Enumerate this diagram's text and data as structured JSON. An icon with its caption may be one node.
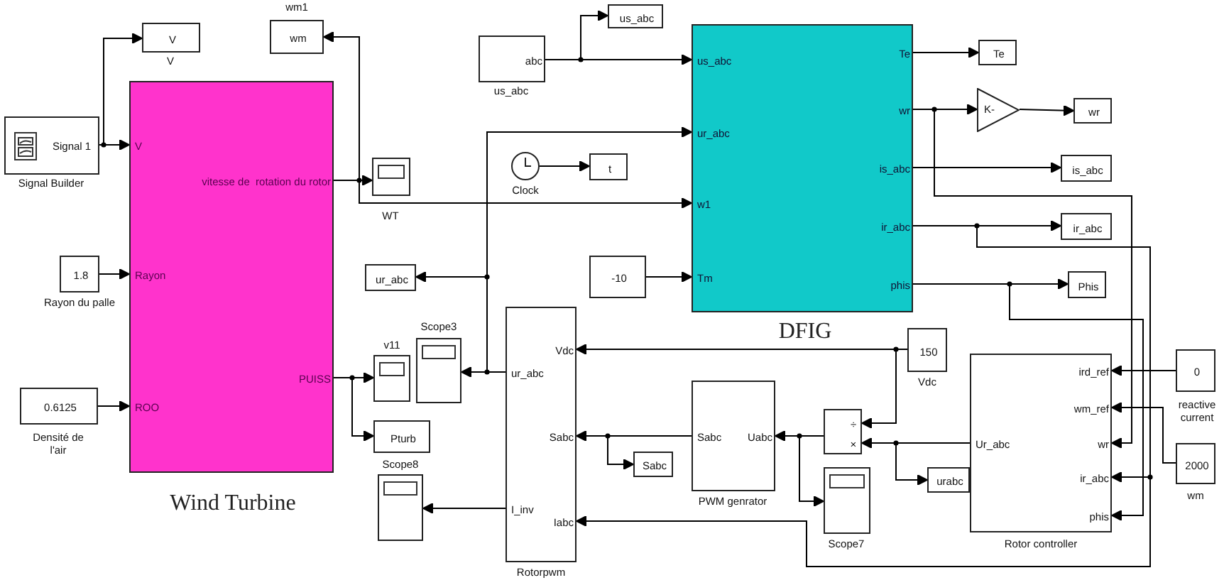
{
  "diagram": {
    "nodes": [
      {
        "text": [
          "Signal 1"
        ],
        "beside": [
          "Signal Builder"
        ]
      },
      {
        "text": [
          "V"
        ],
        "beside": [
          "V"
        ]
      },
      {
        "text": [
          "wm"
        ],
        "beside": [
          "wm1"
        ]
      },
      {
        "text": [
          "V",
          "vitesse de  rotation du rotor",
          "Rayon",
          "ROO",
          "PUISS",
          "Wind Turbine"
        ]
      },
      {
        "text": [
          "1.8"
        ],
        "beside": [
          "Rayon du palle"
        ]
      },
      {
        "text": [
          "0.6125"
        ],
        "beside": [
          "Densité de l'air"
        ]
      },
      {
        "text": [],
        "shape": "box",
        "beside": [
          "WT"
        ]
      },
      {
        "text": [
          "ur_abc"
        ]
      },
      {
        "text": [],
        "shape": "box",
        "beside": [
          "v11"
        ]
      },
      {
        "text": [],
        "shape": "box",
        "beside": [
          "Scope3"
        ]
      },
      {
        "text": [
          "Pturb"
        ]
      },
      {
        "text": [],
        "shape": "box",
        "beside": [
          "Scope8"
        ]
      },
      {
        "text": [
          "abc"
        ],
        "beside": [
          "us_abc"
        ]
      },
      {
        "text": [
          "us_abc"
        ]
      },
      {
        "text": [],
        "shape": "circle",
        "beside": [
          "Clock"
        ]
      },
      {
        "text": [
          "t"
        ]
      },
      {
        "text": [
          "-10"
        ]
      },
      {
        "text": [
          "us_abc",
          "ur_abc",
          "w1",
          "Tm",
          "Te",
          "wr",
          "is_abc",
          "ir_abc",
          "phis",
          "DFIG"
        ]
      },
      {
        "text": [
          "Te"
        ]
      },
      {
        "text": [
          "K-"
        ]
      },
      {
        "text": [
          "wr"
        ]
      },
      {
        "text": [
          "is_abc"
        ]
      },
      {
        "text": [
          "ir_abc"
        ]
      },
      {
        "text": [
          "Phis"
        ]
      },
      {
        "text": [
          "Vdc",
          "ur_abc",
          "Sabc",
          "I_inv",
          "Iabc"
        ],
        "beside": [
          "Rotorpwm"
        ]
      },
      {
        "text": [
          "150"
        ],
        "beside": [
          "Vdc"
        ]
      },
      {
        "text": [
          "Sabc",
          "Uabc"
        ],
        "beside": [
          "PWM genrator"
        ]
      },
      {
        "text": [
          "Sabc"
        ]
      },
      {
        "text": [
          "÷",
          "×"
        ]
      },
      {
        "text": [],
        "shape": "box",
        "beside": [
          "Scope7"
        ]
      },
      {
        "text": [
          "urabc"
        ]
      },
      {
        "text": [
          "ird_ref",
          "wm_ref",
          "wr",
          "ir_abc",
          "phis",
          "Ur_abc"
        ],
        "beside": [
          "Rotor controller"
        ]
      },
      {
        "text": [
          "0"
        ],
        "beside": [
          "reactive current"
        ]
      },
      {
        "text": [
          "2000"
        ],
        "beside": [
          "wm"
        ]
      }
    ],
    "edges": [
      {
        "from": 0,
        "to": 3,
        "arrow": "to"
      },
      {
        "from": 0,
        "to": 1,
        "arrow": "to"
      },
      {
        "from": 3,
        "to": 6,
        "arrow": "to"
      },
      {
        "from": 3,
        "to": 2,
        "arrow": "to"
      },
      {
        "from": 3,
        "to": 17,
        "arrow": "to"
      },
      {
        "from": 4,
        "to": 3,
        "arrow": "to"
      },
      {
        "from": 5,
        "to": 3,
        "arrow": "to"
      },
      {
        "from": 3,
        "to": 8,
        "arrow": "to"
      },
      {
        "from": 3,
        "to": 10,
        "arrow": "to"
      },
      {
        "from": 12,
        "to": 17,
        "arrow": "to"
      },
      {
        "from": 12,
        "to": 13,
        "arrow": "to"
      },
      {
        "from": 14,
        "to": 15,
        "arrow": "to"
      },
      {
        "from": 16,
        "to": 17,
        "arrow": "to"
      },
      {
        "from": 17,
        "to": 18,
        "arrow": "to"
      },
      {
        "from": 17,
        "to": 19,
        "arrow": "to"
      },
      {
        "from": 19,
        "to": 20,
        "arrow": "to"
      },
      {
        "from": 17,
        "to": 21,
        "arrow": "to"
      },
      {
        "from": 17,
        "to": 22,
        "arrow": "to"
      },
      {
        "from": 17,
        "to": 23,
        "arrow": "to"
      },
      {
        "from": 17,
        "to": 31,
        "arrow": "to"
      },
      {
        "from": 17,
        "to": 31,
        "arrow": "to"
      },
      {
        "from": 17,
        "to": 31,
        "arrow": "to"
      },
      {
        "from": 24,
        "to": 7,
        "arrow": "to"
      },
      {
        "from": 24,
        "to": 17,
        "arrow": "to"
      },
      {
        "from": 24,
        "to": 9,
        "arrow": "to"
      },
      {
        "from": 24,
        "to": 11,
        "arrow": "to"
      },
      {
        "from": 25,
        "to": 24,
        "arrow": "to"
      },
      {
        "from": 25,
        "to": 28,
        "arrow": "to"
      },
      {
        "from": 26,
        "to": 24,
        "arrow": "to"
      },
      {
        "from": 26,
        "to": 27,
        "arrow": "to"
      },
      {
        "from": 28,
        "to": 26,
        "arrow": "to"
      },
      {
        "from": 28,
        "to": 29,
        "arrow": "to"
      },
      {
        "from": 31,
        "to": 28,
        "arrow": "to"
      },
      {
        "from": 31,
        "to": 30,
        "arrow": "to"
      },
      {
        "from": 32,
        "to": 31,
        "arrow": "to"
      },
      {
        "from": 33,
        "to": 31,
        "arrow": "to"
      },
      {
        "from": 17,
        "to": 24,
        "arrow": "to"
      }
    ]
  }
}
